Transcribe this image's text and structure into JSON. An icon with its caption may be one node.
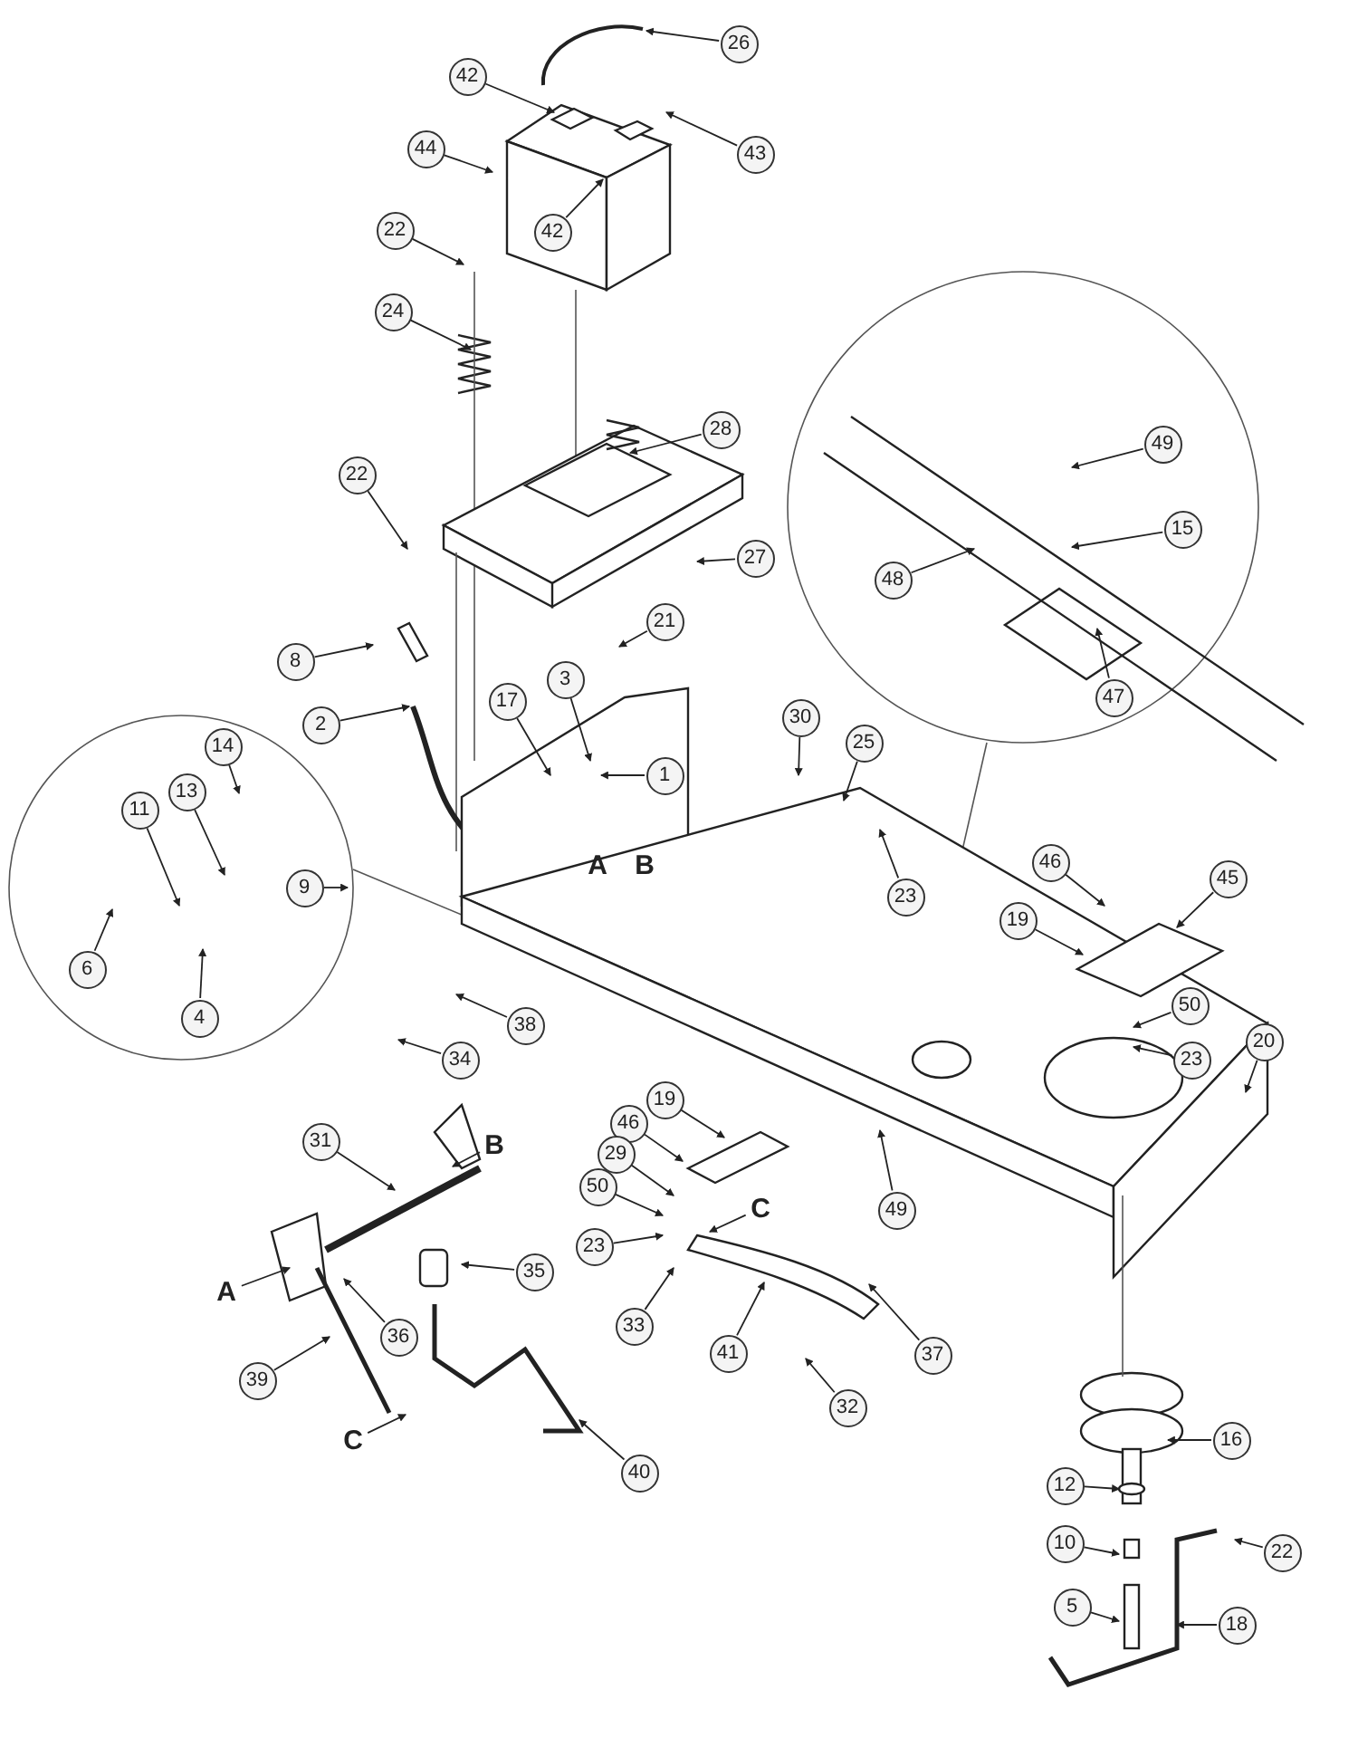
{
  "diagram": {
    "nodes": [
      {
        "text": [
          "26"
        ]
      },
      {
        "text": [
          "42"
        ]
      },
      {
        "text": [
          "43"
        ]
      },
      {
        "text": [
          "44"
        ]
      },
      {
        "text": [
          "42"
        ]
      },
      {
        "text": [
          "22"
        ]
      },
      {
        "text": [
          "24"
        ]
      },
      {
        "text": [
          "28"
        ]
      },
      {
        "text": [
          "22"
        ]
      },
      {
        "text": [
          "27"
        ]
      },
      {
        "text": [
          "8"
        ]
      },
      {
        "text": [
          "21"
        ]
      },
      {
        "text": [
          "3"
        ]
      },
      {
        "text": [
          "17"
        ]
      },
      {
        "text": [
          "30"
        ]
      },
      {
        "text": [
          "2"
        ]
      },
      {
        "text": [
          "1"
        ]
      },
      {
        "text": [
          "25"
        ]
      },
      {
        "text": [
          "49"
        ]
      },
      {
        "text": [
          "15"
        ]
      },
      {
        "text": [
          "48"
        ]
      },
      {
        "text": [
          "47"
        ]
      },
      {
        "text": [
          "23"
        ]
      },
      {
        "text": [
          "14"
        ]
      },
      {
        "text": [
          "13"
        ]
      },
      {
        "text": [
          "11"
        ]
      },
      {
        "text": [
          "9"
        ]
      },
      {
        "text": [
          "6"
        ]
      },
      {
        "text": [
          "4"
        ]
      },
      {
        "text": [
          "46"
        ]
      },
      {
        "text": [
          "45"
        ]
      },
      {
        "text": [
          "19"
        ]
      },
      {
        "text": [
          "50"
        ]
      },
      {
        "text": [
          "23"
        ]
      },
      {
        "text": [
          "20"
        ]
      },
      {
        "text": [
          "34"
        ]
      },
      {
        "text": [
          "38"
        ]
      },
      {
        "text": [
          "31"
        ]
      },
      {
        "text": [
          "B"
        ]
      },
      {
        "text": [
          "46"
        ]
      },
      {
        "text": [
          "19"
        ]
      },
      {
        "text": [
          "29"
        ]
      },
      {
        "text": [
          "50"
        ]
      },
      {
        "text": [
          "C"
        ]
      },
      {
        "text": [
          "23"
        ]
      },
      {
        "text": [
          "49"
        ]
      },
      {
        "text": [
          "A"
        ]
      },
      {
        "text": [
          "35"
        ]
      },
      {
        "text": [
          "33"
        ]
      },
      {
        "text": [
          "36"
        ]
      },
      {
        "text": [
          "37"
        ]
      },
      {
        "text": [
          "41"
        ]
      },
      {
        "text": [
          "39"
        ]
      },
      {
        "text": [
          "32"
        ]
      },
      {
        "text": [
          "C"
        ]
      },
      {
        "text": [
          "40"
        ]
      },
      {
        "text": [
          "16"
        ]
      },
      {
        "text": [
          "12"
        ]
      },
      {
        "text": [
          "10"
        ]
      },
      {
        "text": [
          "22"
        ]
      },
      {
        "text": [
          "5"
        ]
      },
      {
        "text": [
          "18"
        ]
      }
    ],
    "edges": [
      {
        "from": 0,
        "to": null,
        "arrow": "to"
      },
      {
        "from": 1,
        "to": null,
        "arrow": "to"
      },
      {
        "from": 2,
        "to": null,
        "arrow": "to"
      },
      {
        "from": 3,
        "to": null,
        "arrow": "to"
      },
      {
        "from": 4,
        "to": null,
        "arrow": "to"
      },
      {
        "from": 5,
        "to": null,
        "arrow": "to"
      },
      {
        "from": 6,
        "to": null,
        "arrow": "to"
      },
      {
        "from": 7,
        "to": null,
        "arrow": "to"
      },
      {
        "from": 8,
        "to": null,
        "arrow": "to"
      },
      {
        "from": 9,
        "to": null,
        "arrow": "to"
      },
      {
        "from": 10,
        "to": null,
        "arrow": "to"
      },
      {
        "from": 11,
        "to": null,
        "arrow": "to"
      },
      {
        "from": 12,
        "to": null,
        "arrow": "to"
      },
      {
        "from": 13,
        "to": null,
        "arrow": "to"
      },
      {
        "from": 14,
        "to": null,
        "arrow": "to"
      },
      {
        "from": 15,
        "to": null,
        "arrow": "to"
      },
      {
        "from": 16,
        "to": null,
        "arrow": "to"
      },
      {
        "from": 17,
        "to": null,
        "arrow": "to"
      },
      {
        "from": 18,
        "to": null,
        "arrow": "to"
      },
      {
        "from": 19,
        "to": null,
        "arrow": "to"
      },
      {
        "from": 20,
        "to": null,
        "arrow": "to"
      },
      {
        "from": 21,
        "to": null,
        "arrow": "to"
      },
      {
        "from": 22,
        "to": null,
        "arrow": "to"
      },
      {
        "from": 23,
        "to": null,
        "arrow": "to"
      },
      {
        "from": 24,
        "to": null,
        "arrow": "to"
      },
      {
        "from": 25,
        "to": null,
        "arrow": "to"
      },
      {
        "from": 26,
        "to": null,
        "arrow": "to"
      },
      {
        "from": 27,
        "to": null,
        "arrow": "to"
      },
      {
        "from": 28,
        "to": null,
        "arrow": "to"
      },
      {
        "from": 29,
        "to": null,
        "arrow": "to"
      },
      {
        "from": 30,
        "to": null,
        "arrow": "to"
      },
      {
        "from": 31,
        "to": null,
        "arrow": "to"
      },
      {
        "from": 32,
        "to": null,
        "arrow": "to"
      },
      {
        "from": 33,
        "to": null,
        "arrow": "to"
      },
      {
        "from": 34,
        "to": null,
        "arrow": "to"
      },
      {
        "from": 35,
        "to": null,
        "arrow": "to"
      },
      {
        "from": 36,
        "to": null,
        "arrow": "to"
      },
      {
        "from": 37,
        "to": null,
        "arrow": "to"
      },
      {
        "from": 38,
        "to": null,
        "arrow": "to"
      },
      {
        "from": 39,
        "to": null,
        "arrow": "to"
      },
      {
        "from": 40,
        "to": null,
        "arrow": "to"
      },
      {
        "from": 41,
        "to": null,
        "arrow": "to"
      },
      {
        "from": 42,
        "to": null,
        "arrow": "to"
      },
      {
        "from": 43,
        "to": null,
        "arrow": "to"
      },
      {
        "from": 44,
        "to": null,
        "arrow": "to"
      },
      {
        "from": 45,
        "to": null,
        "arrow": "to"
      },
      {
        "from": 46,
        "to": null,
        "arrow": "to"
      },
      {
        "from": 47,
        "to": null,
        "arrow": "to"
      },
      {
        "from": 48,
        "to": null,
        "arrow": "to"
      },
      {
        "from": 49,
        "to": null,
        "arrow": "to"
      },
      {
        "from": 50,
        "to": null,
        "arrow": "to"
      },
      {
        "from": 51,
        "to": null,
        "arrow": "to"
      },
      {
        "from": 52,
        "to": null,
        "arrow": "to"
      },
      {
        "from": 53,
        "to": null,
        "arrow": "to"
      },
      {
        "from": 54,
        "to": null,
        "arrow": "to"
      },
      {
        "from": 55,
        "to": null,
        "arrow": "to"
      },
      {
        "from": 56,
        "to": null,
        "arrow": "to"
      },
      {
        "from": 57,
        "to": null,
        "arrow": "to"
      },
      {
        "from": 58,
        "to": null,
        "arrow": "to"
      },
      {
        "from": 59,
        "to": null,
        "arrow": "to"
      },
      {
        "from": 60,
        "to": null,
        "arrow": "to"
      },
      {
        "from": 61,
        "to": null,
        "arrow": "to"
      }
    ],
    "labels": [
      "A",
      "B"
    ]
  }
}
